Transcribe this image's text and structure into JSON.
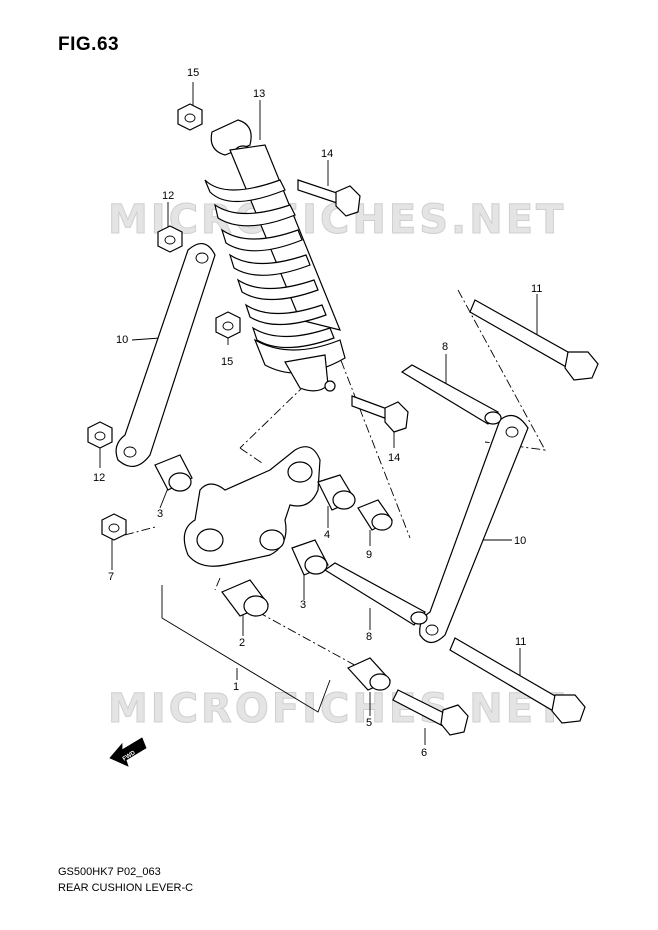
{
  "figure": {
    "title": "FIG.63"
  },
  "footer": {
    "model_code": "GS500HK7 P02_063",
    "diagram_name": "REAR CUSHION LEVER-C"
  },
  "watermark": {
    "text": "MICROFICHES.NET"
  },
  "forward_badge": {
    "text": "FWD"
  },
  "callouts": {
    "c1": "1",
    "c2": "2",
    "c3a": "3",
    "c3b": "3",
    "c4": "4",
    "c5": "5",
    "c6": "6",
    "c7": "7",
    "c8a": "8",
    "c8b": "8",
    "c9": "9",
    "c10a": "10",
    "c10b": "10",
    "c11a": "11",
    "c11b": "11",
    "c12a": "12",
    "c12b": "12",
    "c13": "13",
    "c14a": "14",
    "c14b": "14",
    "c15a": "15",
    "c15b": "15"
  }
}
